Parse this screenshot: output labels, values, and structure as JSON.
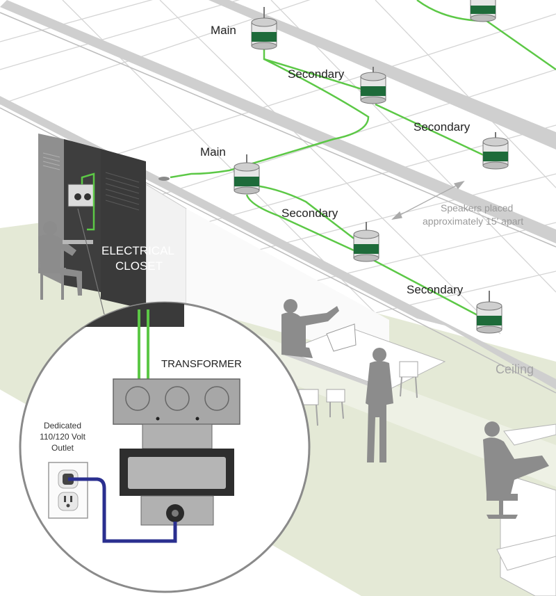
{
  "labels": {
    "main_top": "Main",
    "main_mid": "Main",
    "secondary_1": "Secondary",
    "secondary_2": "Secondary",
    "secondary_3": "Secondary",
    "secondary_4": "Secondary",
    "speaker_note_line1": "Speakers placed",
    "speaker_note_line2": "approximately 15' apart",
    "electrical_line1": "ELECTRICAL",
    "electrical_line2": "CLOSET",
    "transformer": "TRANSFORMER",
    "outlet_line1": "Dedicated",
    "outlet_line2": "110/120 Volt",
    "outlet_line3": "Outlet",
    "ceiling": "Ceiling"
  },
  "colors": {
    "wire_green": "#5cc846",
    "cable_blue": "#2a2f8f",
    "speaker_band": "#1e6b3a",
    "floor_tint": "#e4e9d6",
    "person_gray": "#8c8c8c",
    "ceiling_line": "#d4d4d4",
    "beam_gray": "#cfcfcf"
  }
}
